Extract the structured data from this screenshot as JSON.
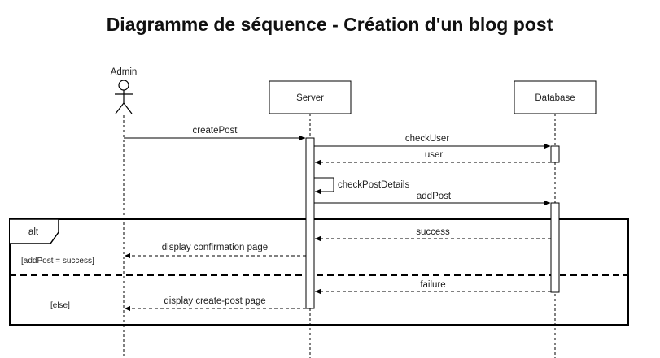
{
  "title": "Diagramme de séquence - Création d'un blog post",
  "participants": {
    "admin": "Admin",
    "server": "Server",
    "database": "Database"
  },
  "messages": {
    "create_post": "createPost",
    "check_user": "checkUser",
    "user": "user",
    "check_post_details": "checkPostDetails",
    "add_post": "addPost",
    "success": "success",
    "display_confirmation": "display confirmation page",
    "failure": "failure",
    "display_create_post": "display create-post page"
  },
  "fragment": {
    "operator": "alt",
    "guard_1": "[addPost = success]",
    "guard_2": "[else]"
  }
}
